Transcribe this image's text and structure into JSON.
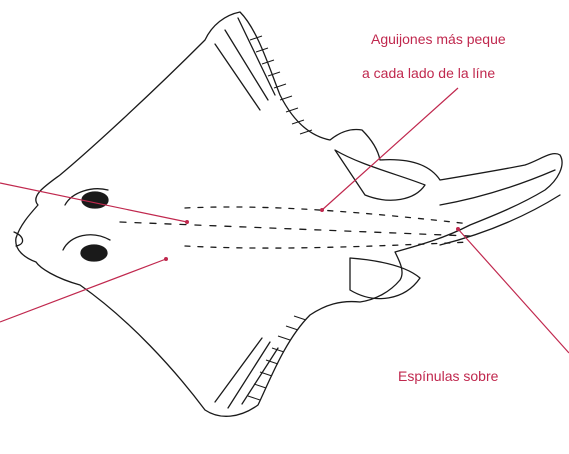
{
  "labels": {
    "spines_side_line_1": "Aguijones más peque",
    "spines_side_line_2": "a cada lado de la líne",
    "tail_spinules": "Espínulas sobre"
  },
  "colors": {
    "leader_line": "#c0284e",
    "label_text": "#c0284e",
    "drawing": "#1a1a1a",
    "background": "#ffffff"
  },
  "illustration": "skate-fish-line-drawing"
}
